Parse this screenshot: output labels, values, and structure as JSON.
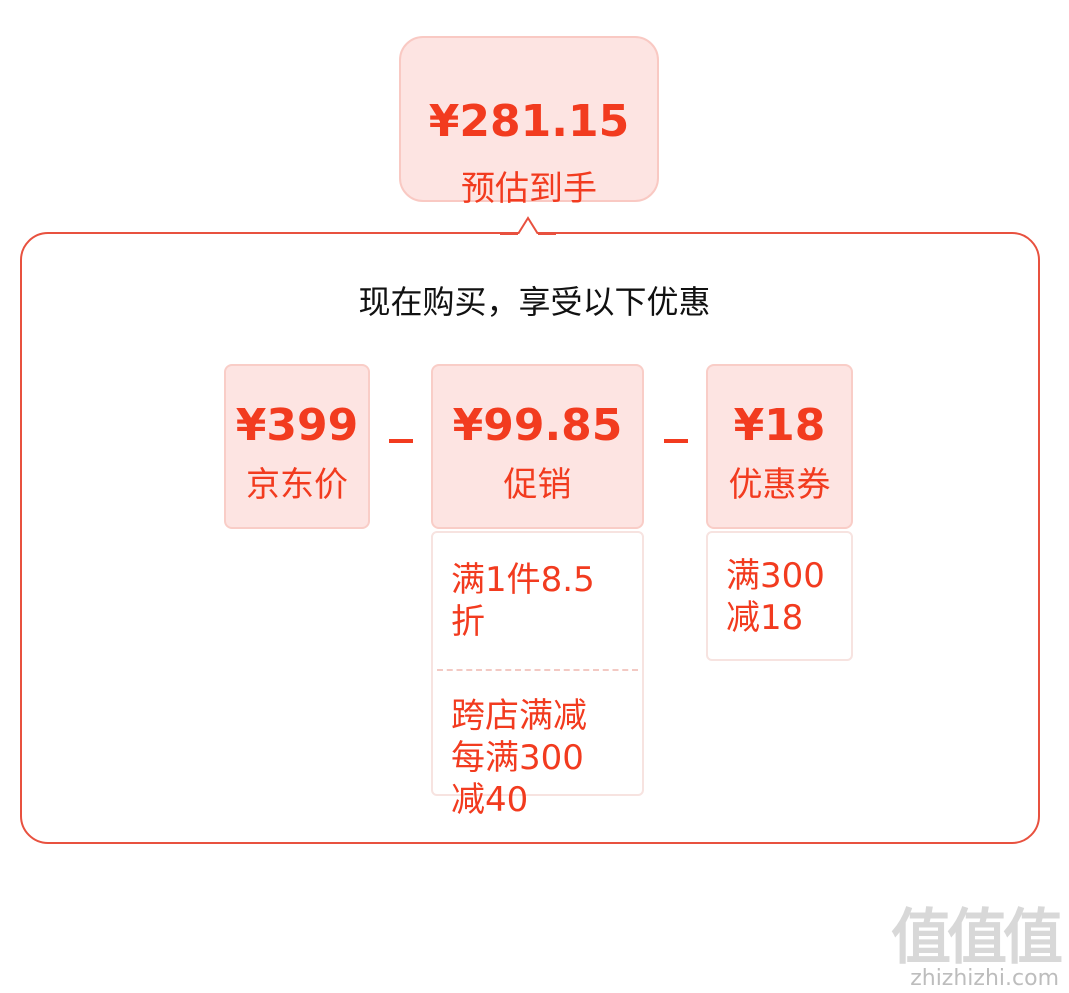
{
  "estimate": {
    "amount": "¥281.15",
    "label": "预估到手"
  },
  "headline": "现在购买，享受以下优惠",
  "cards": [
    {
      "amount": "¥399",
      "label": "京东价"
    },
    {
      "amount": "¥99.85",
      "label": "促销"
    },
    {
      "amount": "¥18",
      "label": "优惠券"
    }
  ],
  "operators": [
    "–",
    "–"
  ],
  "promotion_details": {
    "item1": "满1件8.5折",
    "item2": [
      "跨店满减",
      "每满300",
      "减40"
    ]
  },
  "coupon_details": [
    "满300",
    "减18"
  ],
  "watermark": {
    "logo": "值值值",
    "url": "zhizhizhi.com"
  },
  "colors": {
    "accent": "#f23b1f",
    "card_bg": "#fde4e2",
    "border": "#e8513f"
  }
}
